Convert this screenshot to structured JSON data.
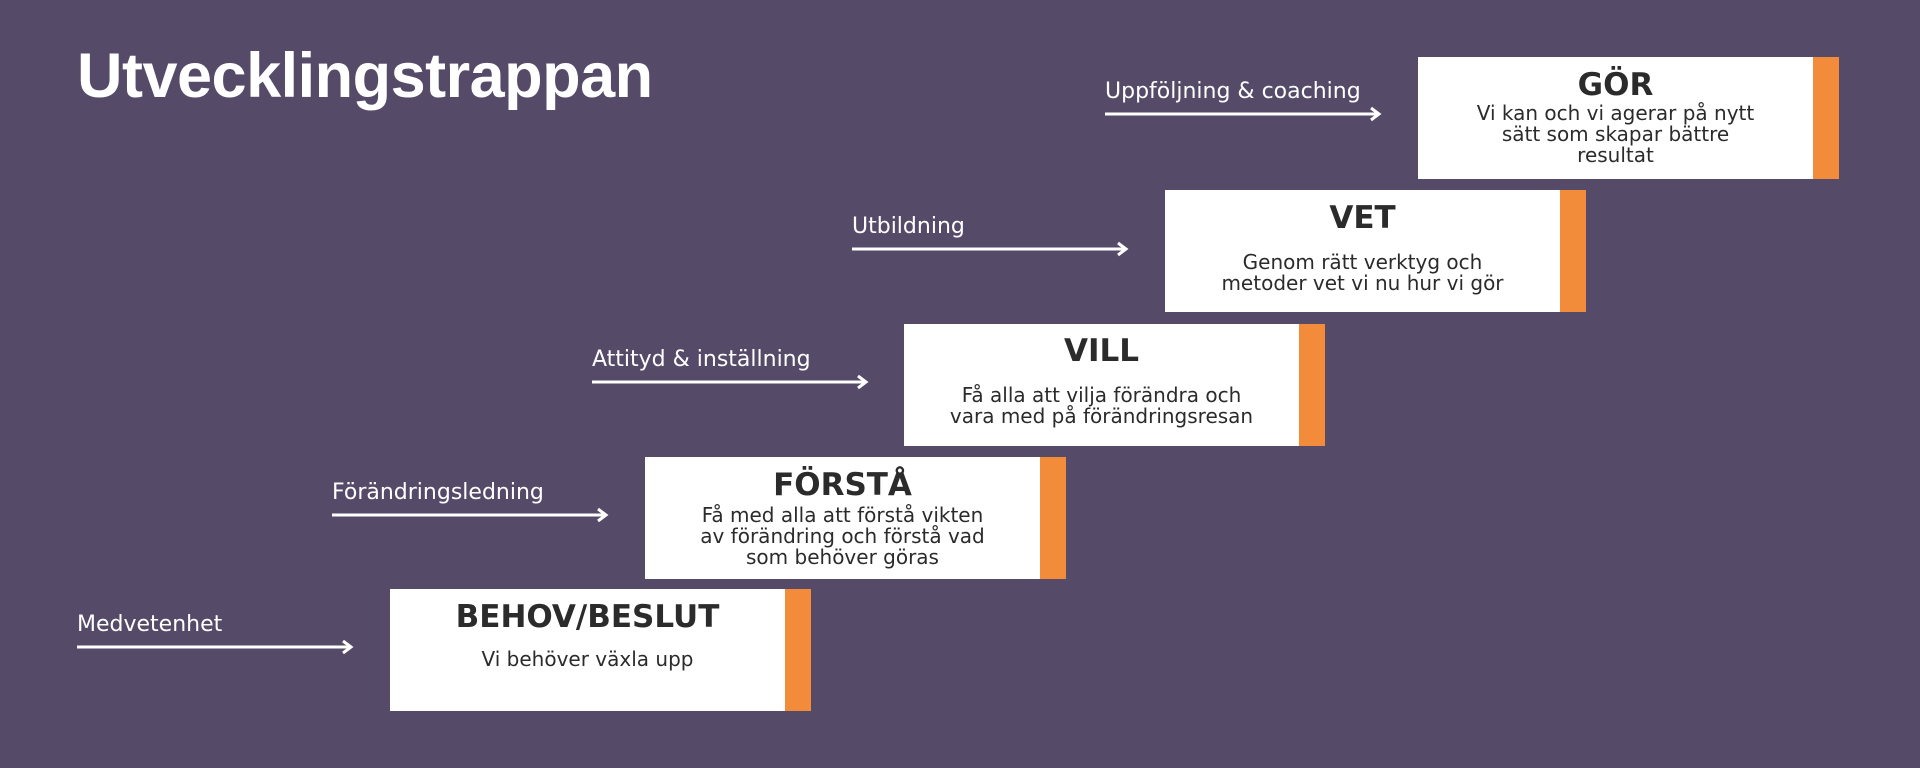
{
  "page": {
    "title": "Utvecklingstrappan"
  },
  "colors": {
    "background": "#564a69",
    "box": "#ffffff",
    "accent": "#f28b3a",
    "text_light": "#ffffff",
    "text_dark": "#2b2b2b"
  },
  "steps": [
    {
      "label": "Medvetenhet",
      "heading": "BEHOV/BESLUT",
      "description": "Vi behöver växla upp"
    },
    {
      "label": "Förändringsledning",
      "heading": "FÖRSTÅ",
      "description": "Få med alla att förstå vikten\nav förändring och förstå vad\nsom behöver göras"
    },
    {
      "label": "Attityd & inställning",
      "heading": "VILL",
      "description": "Få alla att vilja förändra och\nvara med på förändringsresan"
    },
    {
      "label": "Utbildning",
      "heading": "VET",
      "description": "Genom rätt verktyg och\nmetoder vet vi nu hur vi gör"
    },
    {
      "label": "Uppföljning & coaching",
      "heading": "GÖR",
      "description": "Vi kan och vi agerar på nytt\nsätt som skapar bättre\nresultat"
    }
  ]
}
